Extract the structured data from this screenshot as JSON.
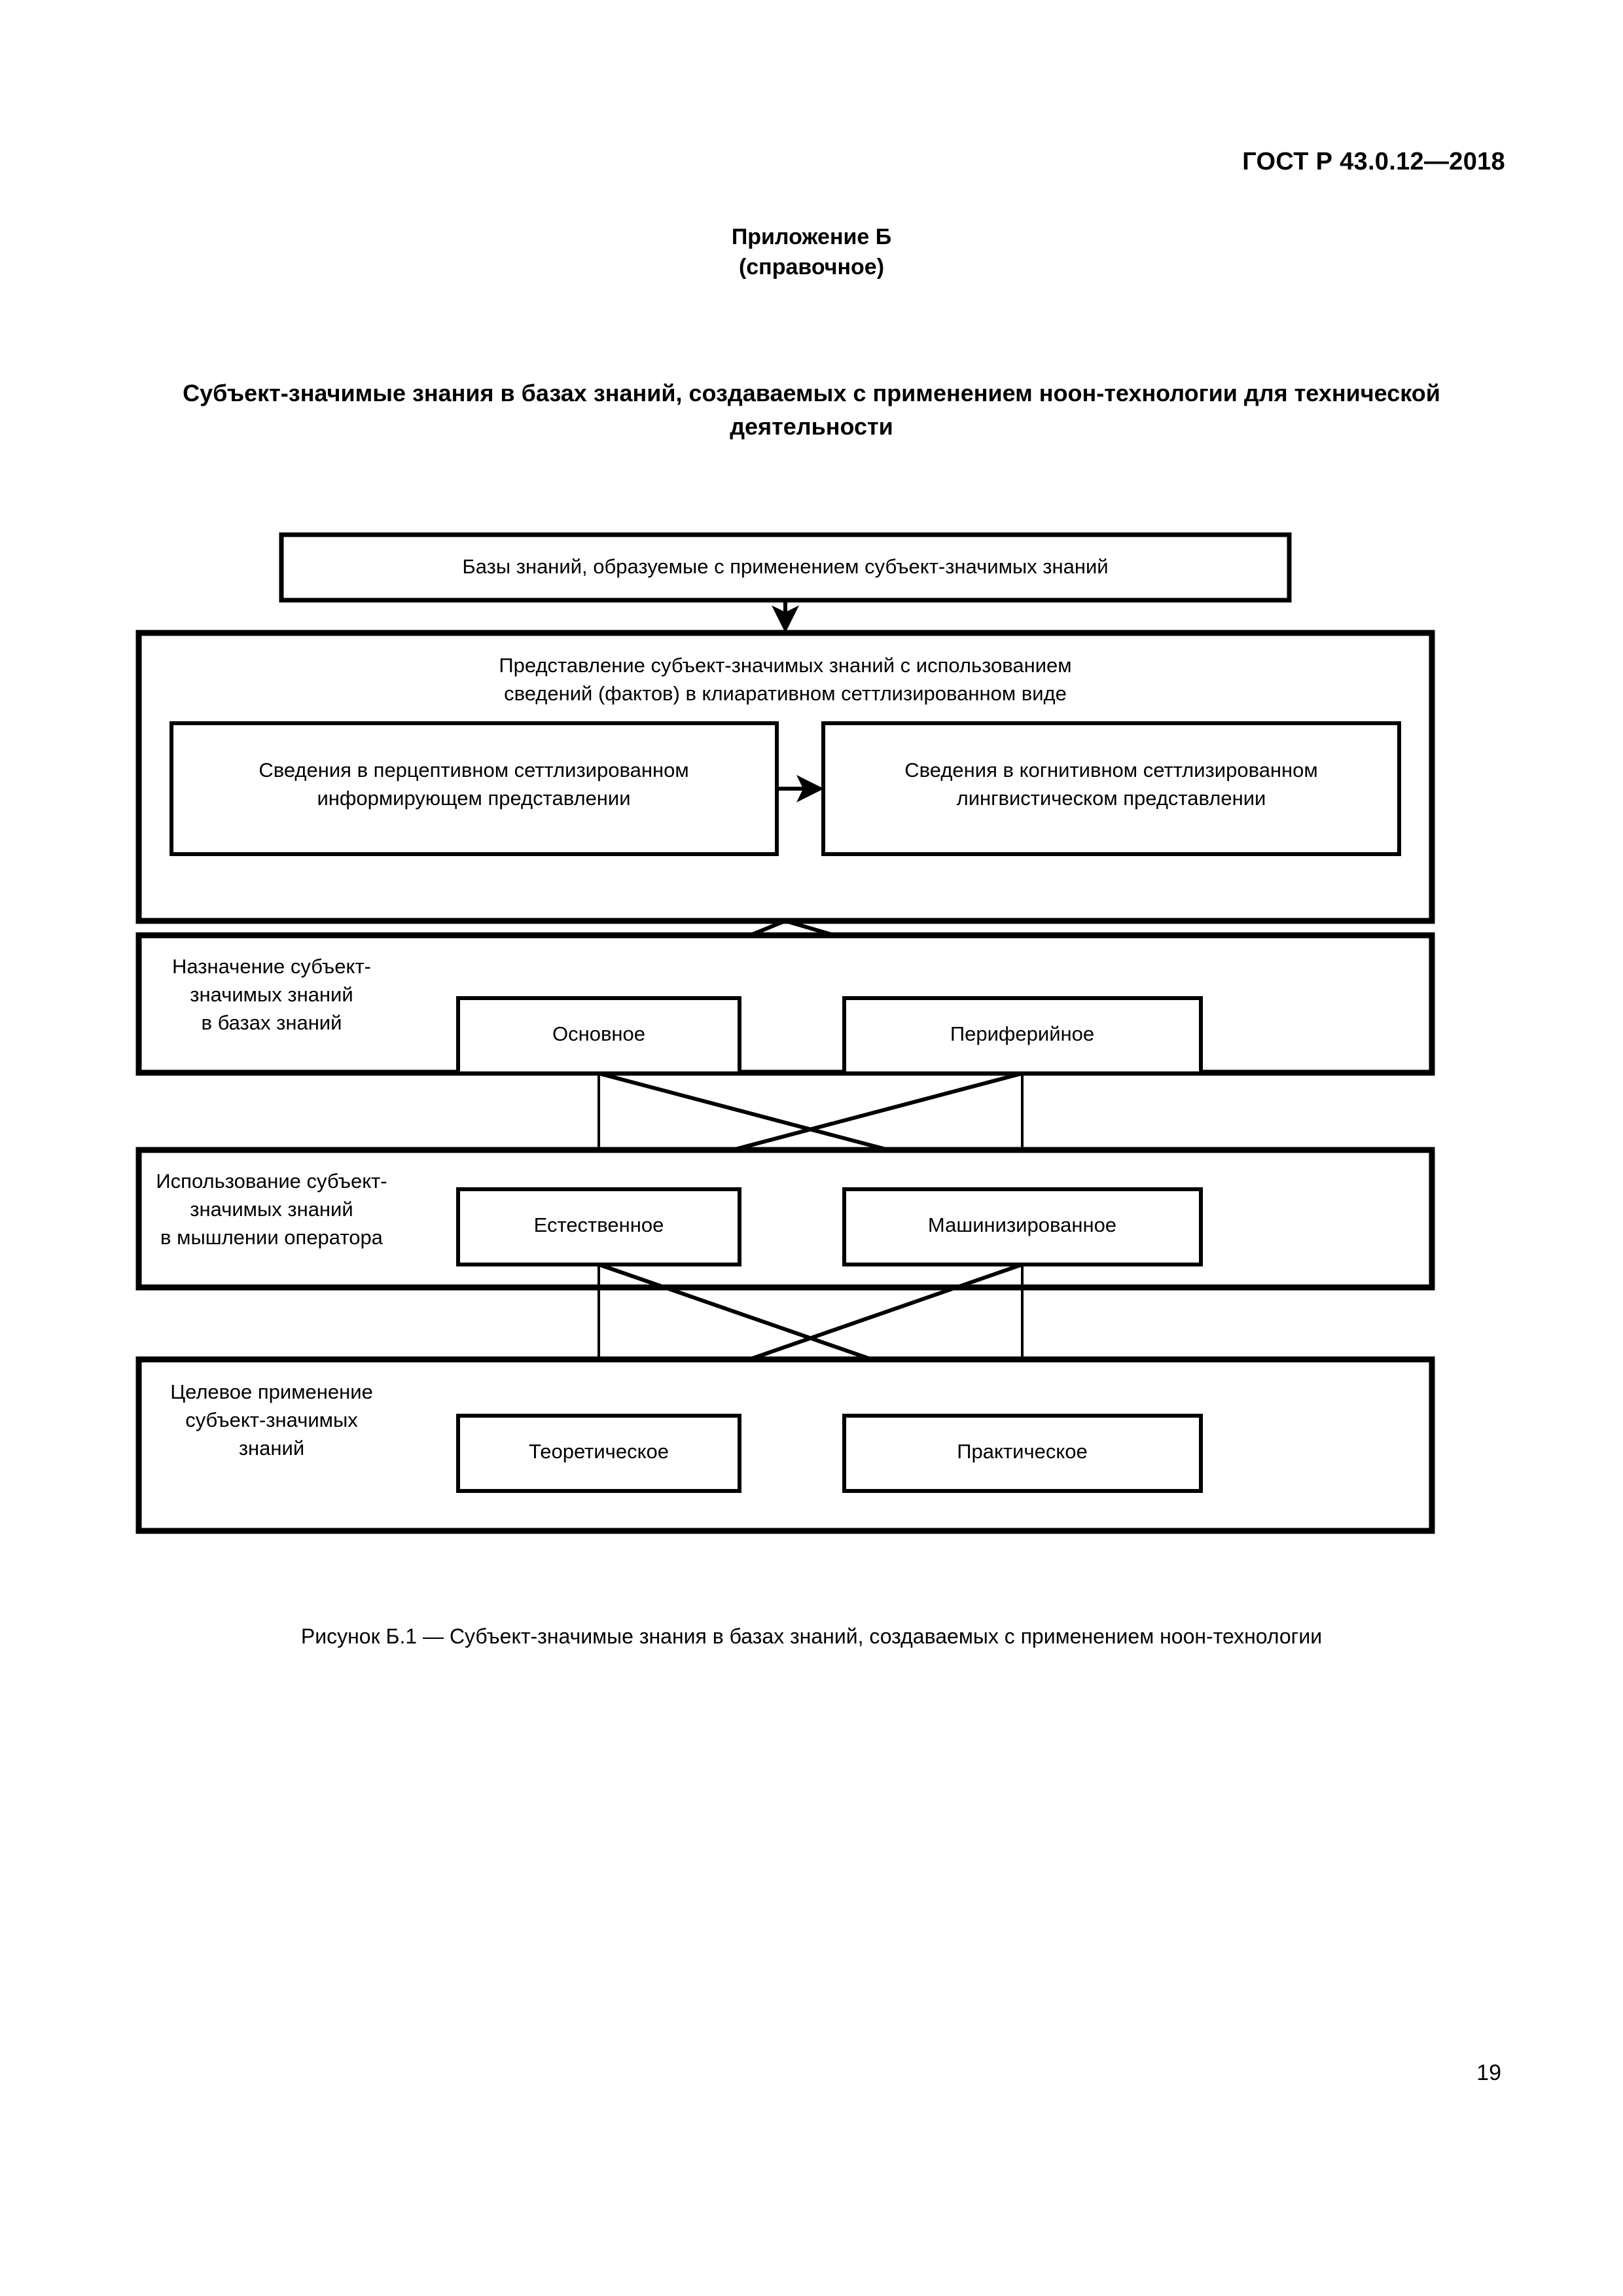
{
  "header": {
    "standard_ref": "ГОСТ Р 43.0.12—2018"
  },
  "appendix": {
    "title": "Приложение Б",
    "subtitle": "(справочное)"
  },
  "main_title": {
    "line1": "Субъект-значимые знания в базах знаний, создаваемых с применением ноон-технологии для",
    "line2": "технической деятельности"
  },
  "diagram": {
    "top_box": "Базы знаний, образуемые с применением субъект-значимых знаний",
    "representation_block": {
      "heading_line1": "Представление субъект-значимых знаний с использованием",
      "heading_line2": "сведений (фактов) в клиаративном сеттлизированном виде",
      "left_box_line1": "Сведения в перцептивном сеттлизированном",
      "left_box_line2": "информирующем представлении",
      "right_box_line1": "Сведения в когнитивном сеттлизированном",
      "right_box_line2": "лингвистическом представлении"
    },
    "purpose_block": {
      "label_line1": "Назначение субъект-",
      "label_line2": "значимых знаний",
      "label_line3": "в базах знаний",
      "left_option": "Основное",
      "right_option": "Периферийное"
    },
    "usage_block": {
      "label_line1": "Использование субъект-",
      "label_line2": "значимых знаний",
      "label_line3": "в мышлении оператора",
      "left_option": "Естественное",
      "right_option": "Машинизированное"
    },
    "application_block": {
      "label_line1": "Целевое применение",
      "label_line2": "субъект-значимых",
      "label_line3": "знаний",
      "left_option": "Теоретическое",
      "right_option": "Практическое"
    }
  },
  "figure_caption": "Рисунок Б.1 — Субъект-значимые знания в базах знаний, создаваемых с применением ноон-технологии",
  "page_number": "19",
  "colors": {
    "text": "#000000",
    "background": "#ffffff",
    "stroke": "#000000"
  }
}
